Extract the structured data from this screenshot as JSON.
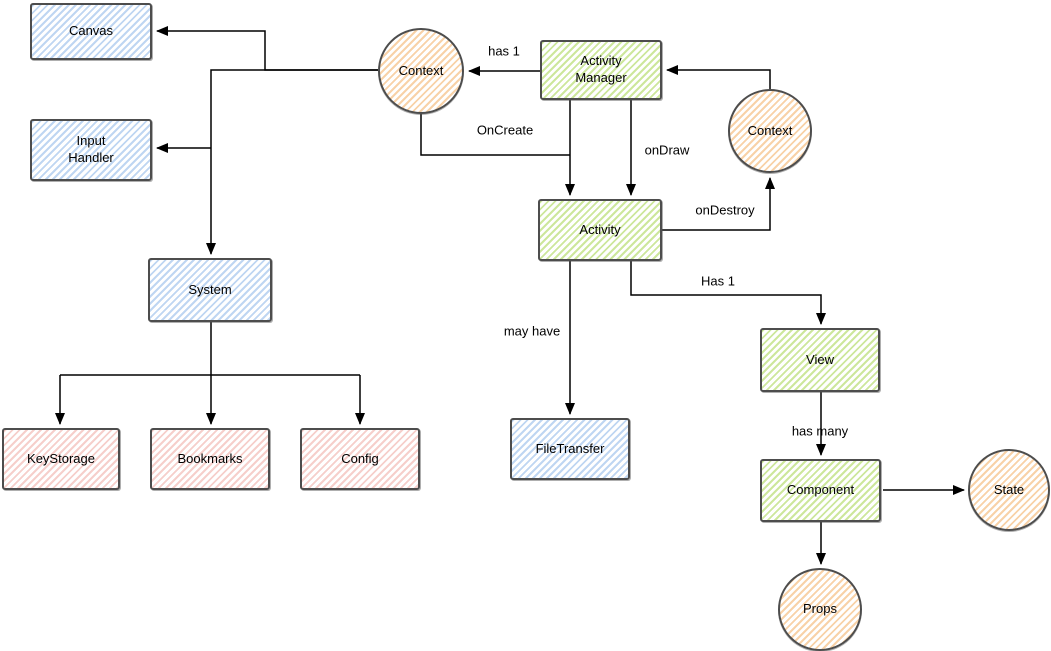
{
  "diagram": {
    "nodes": {
      "canvas": {
        "label": "Canvas",
        "shape": "rect",
        "color_class": "blue"
      },
      "input_handler": {
        "label": "Input\nHandler",
        "shape": "rect",
        "color_class": "blue"
      },
      "system": {
        "label": "System",
        "shape": "rect",
        "color_class": "blue"
      },
      "keystorage": {
        "label": "KeyStorage",
        "shape": "rect",
        "color_class": "pink"
      },
      "bookmarks": {
        "label": "Bookmarks",
        "shape": "rect",
        "color_class": "pink"
      },
      "config": {
        "label": "Config",
        "shape": "rect",
        "color_class": "pink"
      },
      "context_left": {
        "label": "Context",
        "shape": "ellipse",
        "color_class": "orange"
      },
      "activity_manager": {
        "label": "Activity\nManager",
        "shape": "rect",
        "color_class": "green"
      },
      "context_right": {
        "label": "Context",
        "shape": "ellipse",
        "color_class": "orange"
      },
      "activity": {
        "label": "Activity",
        "shape": "rect",
        "color_class": "green"
      },
      "file_transfer": {
        "label": "FileTransfer",
        "shape": "rect",
        "color_class": "blue"
      },
      "view": {
        "label": "View",
        "shape": "rect",
        "color_class": "green"
      },
      "component": {
        "label": "Component",
        "shape": "rect",
        "color_class": "green"
      },
      "state": {
        "label": "State",
        "shape": "ellipse",
        "color_class": "orange"
      },
      "props": {
        "label": "Props",
        "shape": "ellipse",
        "color_class": "orange"
      }
    },
    "edge_labels": {
      "has_1": "has 1",
      "on_create": "OnCreate",
      "on_draw": "onDraw",
      "on_destroy": "onDestroy",
      "may_have": "may have",
      "has_1_view": "Has 1",
      "has_many": "has many"
    },
    "colors": {
      "node_border": "#4d4d4d",
      "connector": "#000000",
      "blue_hatch": "#bfd6f2",
      "green_hatch": "#cde79c",
      "pink_hatch": "#f6cfcb",
      "orange_hatch": "#f8d2a8"
    }
  }
}
